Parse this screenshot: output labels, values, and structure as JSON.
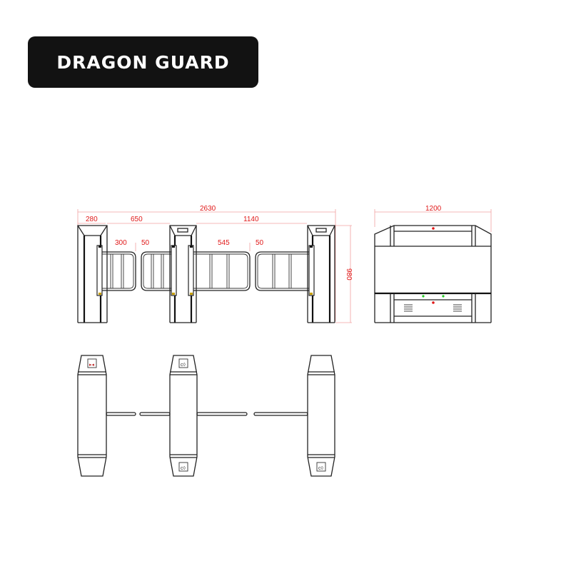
{
  "brand": {
    "name": "DRAGON GUARD",
    "background_color": "#121212",
    "text_color": "#ffffff"
  },
  "front_view": {
    "dimensions": {
      "total_width": "2630",
      "pedestal_width": "280",
      "lane_left": "650",
      "lane_right": "1140",
      "gate_left": "300",
      "gap_left": "50",
      "gate_right": "545",
      "gap_right": "50",
      "height": "980"
    }
  },
  "side_view": {
    "dimensions": {
      "depth": "1200"
    },
    "indicators": {
      "top_led_color": "#e01818",
      "green_led_color": "#22cc22",
      "bottom_led_color": "#e01818"
    }
  },
  "top_view": {
    "pedestals": 3,
    "reader_icon": "card-reader-icon"
  },
  "colors": {
    "dimension": "#e01818",
    "line": "#222222"
  }
}
